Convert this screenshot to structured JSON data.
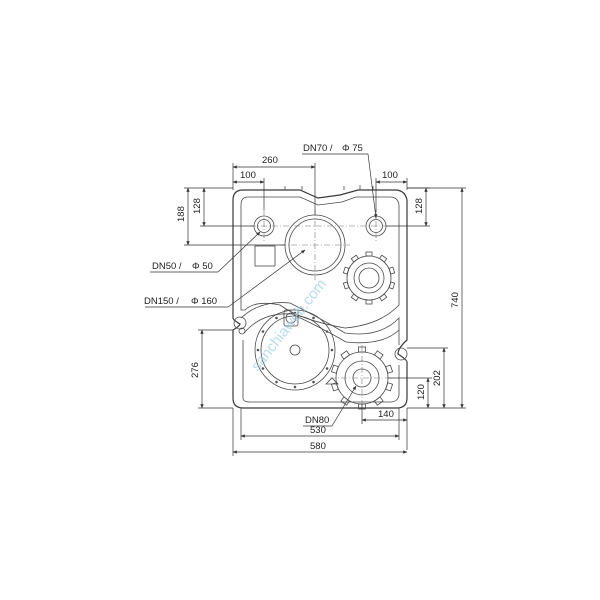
{
  "dimensions": {
    "top_width": "260",
    "left_offset": "100",
    "right_offset": "100",
    "left_height_outer": "188",
    "left_height_inner": "128",
    "right_height": "128",
    "total_height": "740",
    "lower_left_height": "276",
    "right_lower_outer": "202",
    "right_lower_inner": "120",
    "bottom_right": "140",
    "inner_width": "530",
    "outer_width": "580"
  },
  "labels": {
    "dn70": "DN70 /",
    "phi75": "Φ 75",
    "dn50": "DN50 /",
    "phi50": "Φ 50",
    "dn150": "DN150 /",
    "phi160": "Φ 160",
    "dn80": "DN80"
  },
  "watermark": "sanchiaweb.com"
}
